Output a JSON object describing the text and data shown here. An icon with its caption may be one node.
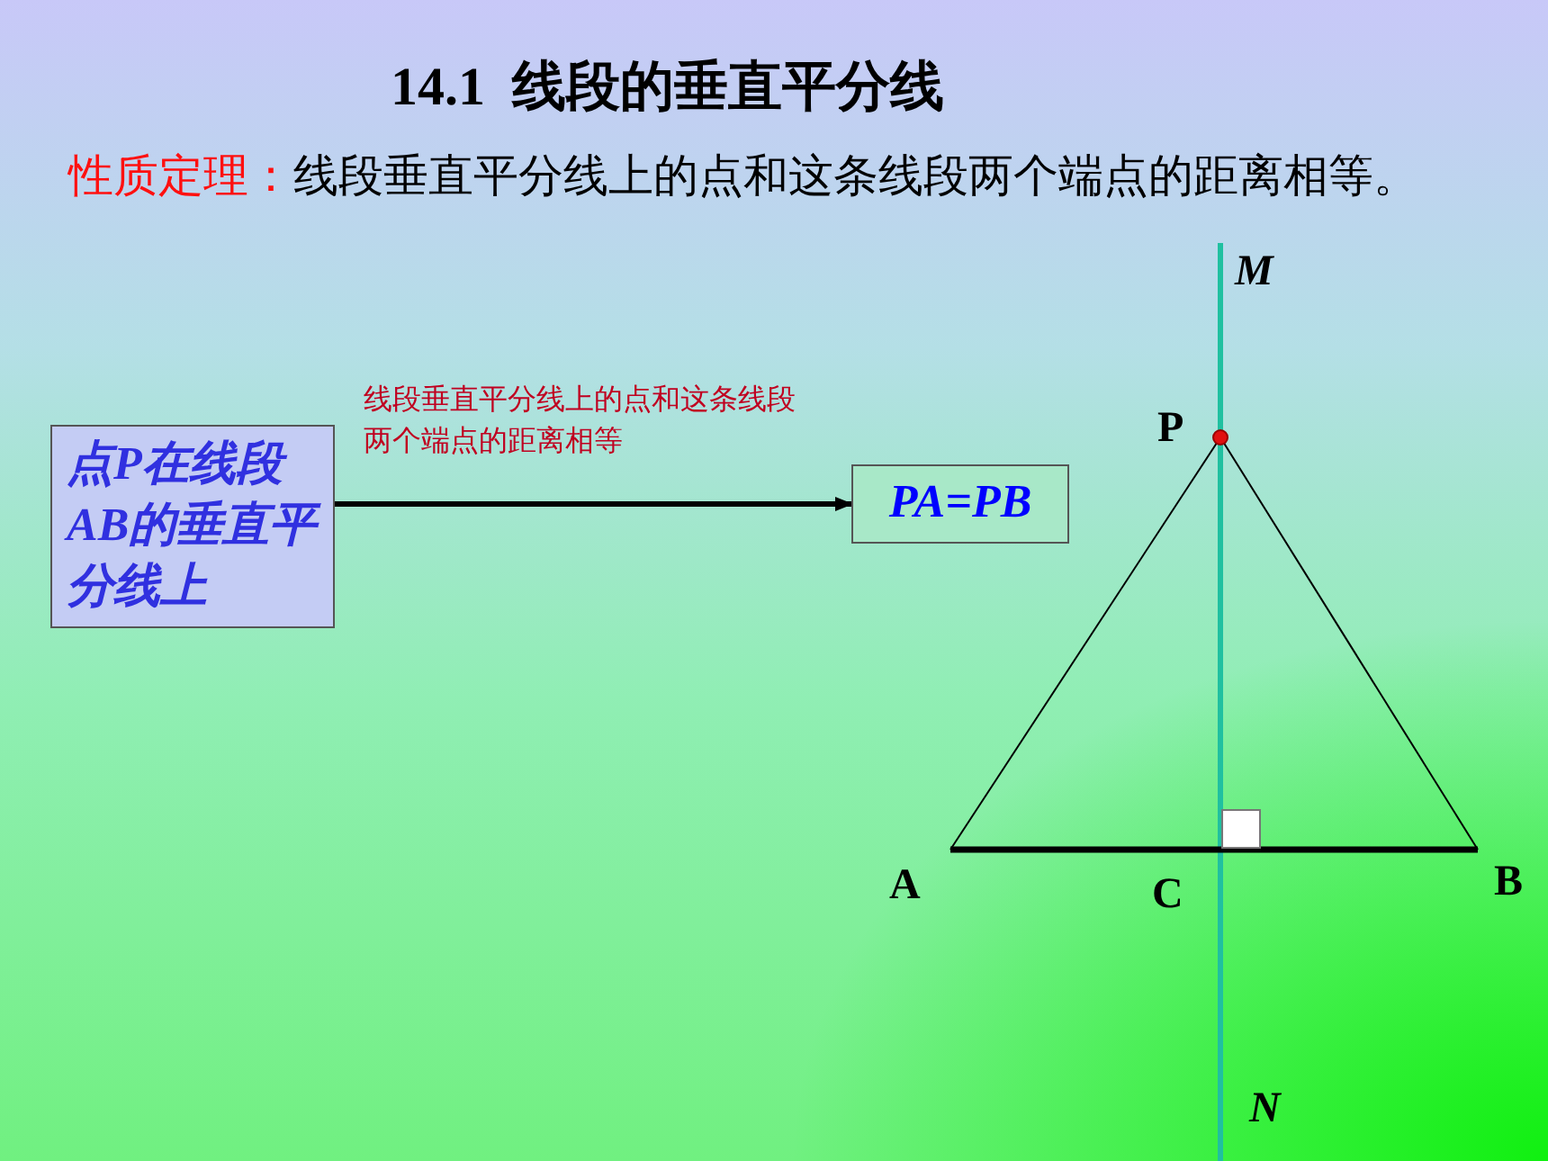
{
  "diagram": {
    "title": "14.1  线段的垂直平分线",
    "nodes": [
      {
        "text": [
          "点P在线段AB的垂直平分线上"
        ]
      },
      {
        "text": [
          "PA=PB"
        ]
      }
    ],
    "edges": [
      {
        "from": 0,
        "to": 1,
        "arrow": "to",
        "label": "线段垂直平分线上的点和这条线段两个端点的距离相等"
      }
    ],
    "labels": [
      "性质定理：",
      "线段垂直平分线上的点和这条线段两个端点的距离相等。",
      "M",
      "P",
      "A",
      "C",
      "B",
      "N"
    ]
  }
}
